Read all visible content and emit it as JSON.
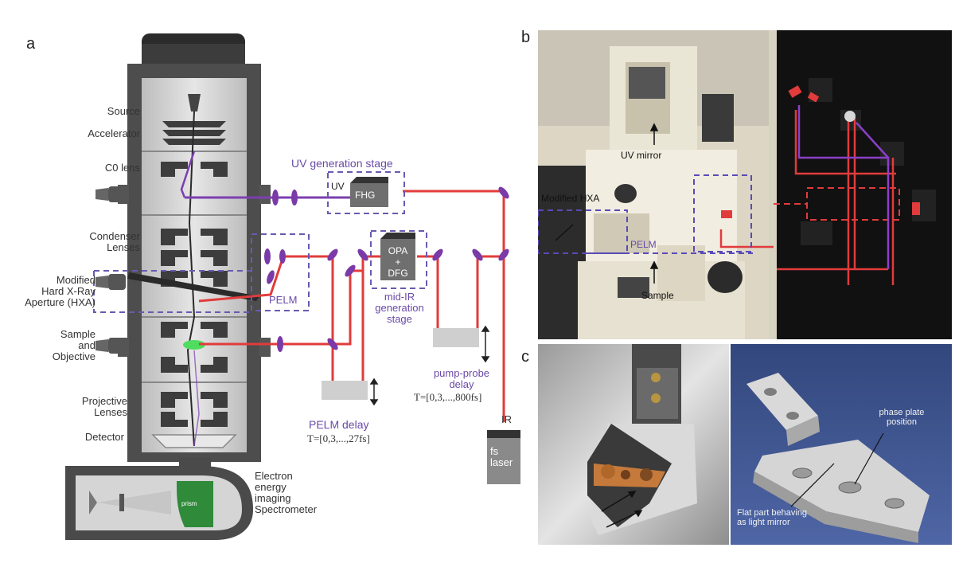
{
  "panels": {
    "a": "a",
    "b": "b",
    "c": "c"
  },
  "column_labels": {
    "source": "Source",
    "accelerator": "Accelerator",
    "c0_lens": "C0 lens",
    "condenser": [
      "Condenser",
      "Lenses"
    ],
    "hxa": [
      "Modified",
      "Hard X-Ray",
      "Aperture (HXA)"
    ],
    "sample_obj": [
      "Sample",
      "and",
      "Objective"
    ],
    "projective": [
      "Projective",
      "Lenses"
    ],
    "detector": "Detector",
    "eels": [
      "Electron",
      "energy",
      "imaging",
      "Spectrometer"
    ],
    "prism": "prism"
  },
  "optics_labels": {
    "uv_stage": "UV generation stage",
    "uv": "UV",
    "fhg": "FHG",
    "opa": [
      "OPA",
      "+",
      "DFG"
    ],
    "midir": [
      "mid-IR",
      "generation",
      "stage"
    ],
    "pelm": "PELM",
    "pelm_delay": "PELM delay",
    "pelm_delay_t": "T=[0,3,...,27fs]",
    "pump_probe": [
      "pump-probe",
      "delay"
    ],
    "pump_probe_t": "T=[0,3,...,800fs]",
    "ir": "IR",
    "fs_laser": [
      "fs",
      "laser"
    ]
  },
  "photo_b_labels": {
    "uv_mirror": "UV mirror",
    "modified_hxa": "Modified HXA",
    "pelm": "PELM",
    "sample": "Sample"
  },
  "photo_c_labels": {
    "phase_plate": [
      "phase plate",
      "position"
    ],
    "flat_part": [
      "Flat part behaving",
      "as light mirror"
    ]
  },
  "colors": {
    "laser_red": "#e23b3b",
    "uv_purple": "#7b3fb0",
    "lens_purple": "#7a3aa8",
    "column_dark": "#4a4a4a",
    "column_light": "#c9c9c9",
    "box_dashed": "#6a5ab0",
    "prism_green": "#2f8a3a"
  }
}
